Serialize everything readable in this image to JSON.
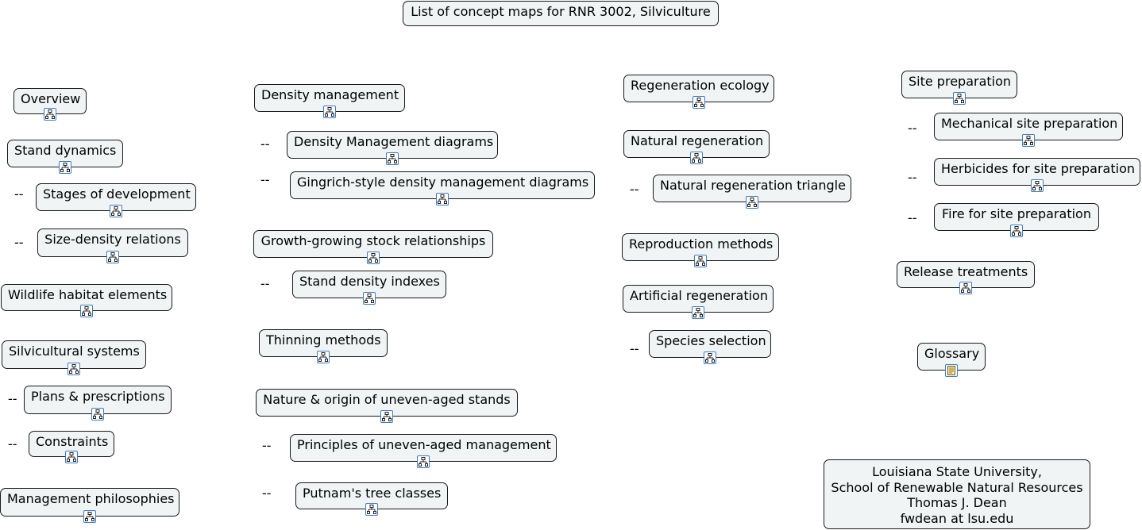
{
  "title": "List of concept maps for RNR 3002, Silviculture",
  "dash": "--",
  "col1": {
    "overview": "Overview",
    "stand_dynamics": "Stand dynamics",
    "stages": "Stages of development",
    "size_density": "Size-density relations",
    "wildlife": "Wildlife habitat elements",
    "systems": "Silvicultural systems",
    "plans": "Plans & prescriptions",
    "constraints": "Constraints",
    "philosophies": "Management philosophies"
  },
  "col2": {
    "density_mgmt": "Density management",
    "density_diagrams": "Density Management diagrams",
    "gingrich": "Gingrich-style density management diagrams",
    "growth_stock": "Growth-growing stock relationships",
    "sdi": "Stand density indexes",
    "thinning": "Thinning methods",
    "uneven_nature": "Nature & origin of uneven-aged stands",
    "uneven_principles": "Principles of uneven-aged management",
    "putnam": "Putnam's tree classes"
  },
  "col3": {
    "regen_ecology": "Regeneration ecology",
    "natural_regen": "Natural regeneration",
    "regen_triangle": "Natural regeneration triangle",
    "reproduction": "Reproduction methods",
    "artificial_regen": "Artificial regeneration",
    "species": "Species selection"
  },
  "col4": {
    "site_prep": "Site preparation",
    "mechanical": "Mechanical site preparation",
    "herbicides": "Herbicides for site preparation",
    "fire": "Fire for site preparation",
    "release": "Release treatments",
    "glossary": "Glossary"
  },
  "footer": {
    "line1": "Louisiana State University,",
    "line2": "School of Renewable Natural Resources",
    "line3": "Thomas J. Dean",
    "line4": "fwdean at lsu.edu"
  },
  "icons": {
    "map": "concept-map-icon",
    "document": "document-icon"
  }
}
